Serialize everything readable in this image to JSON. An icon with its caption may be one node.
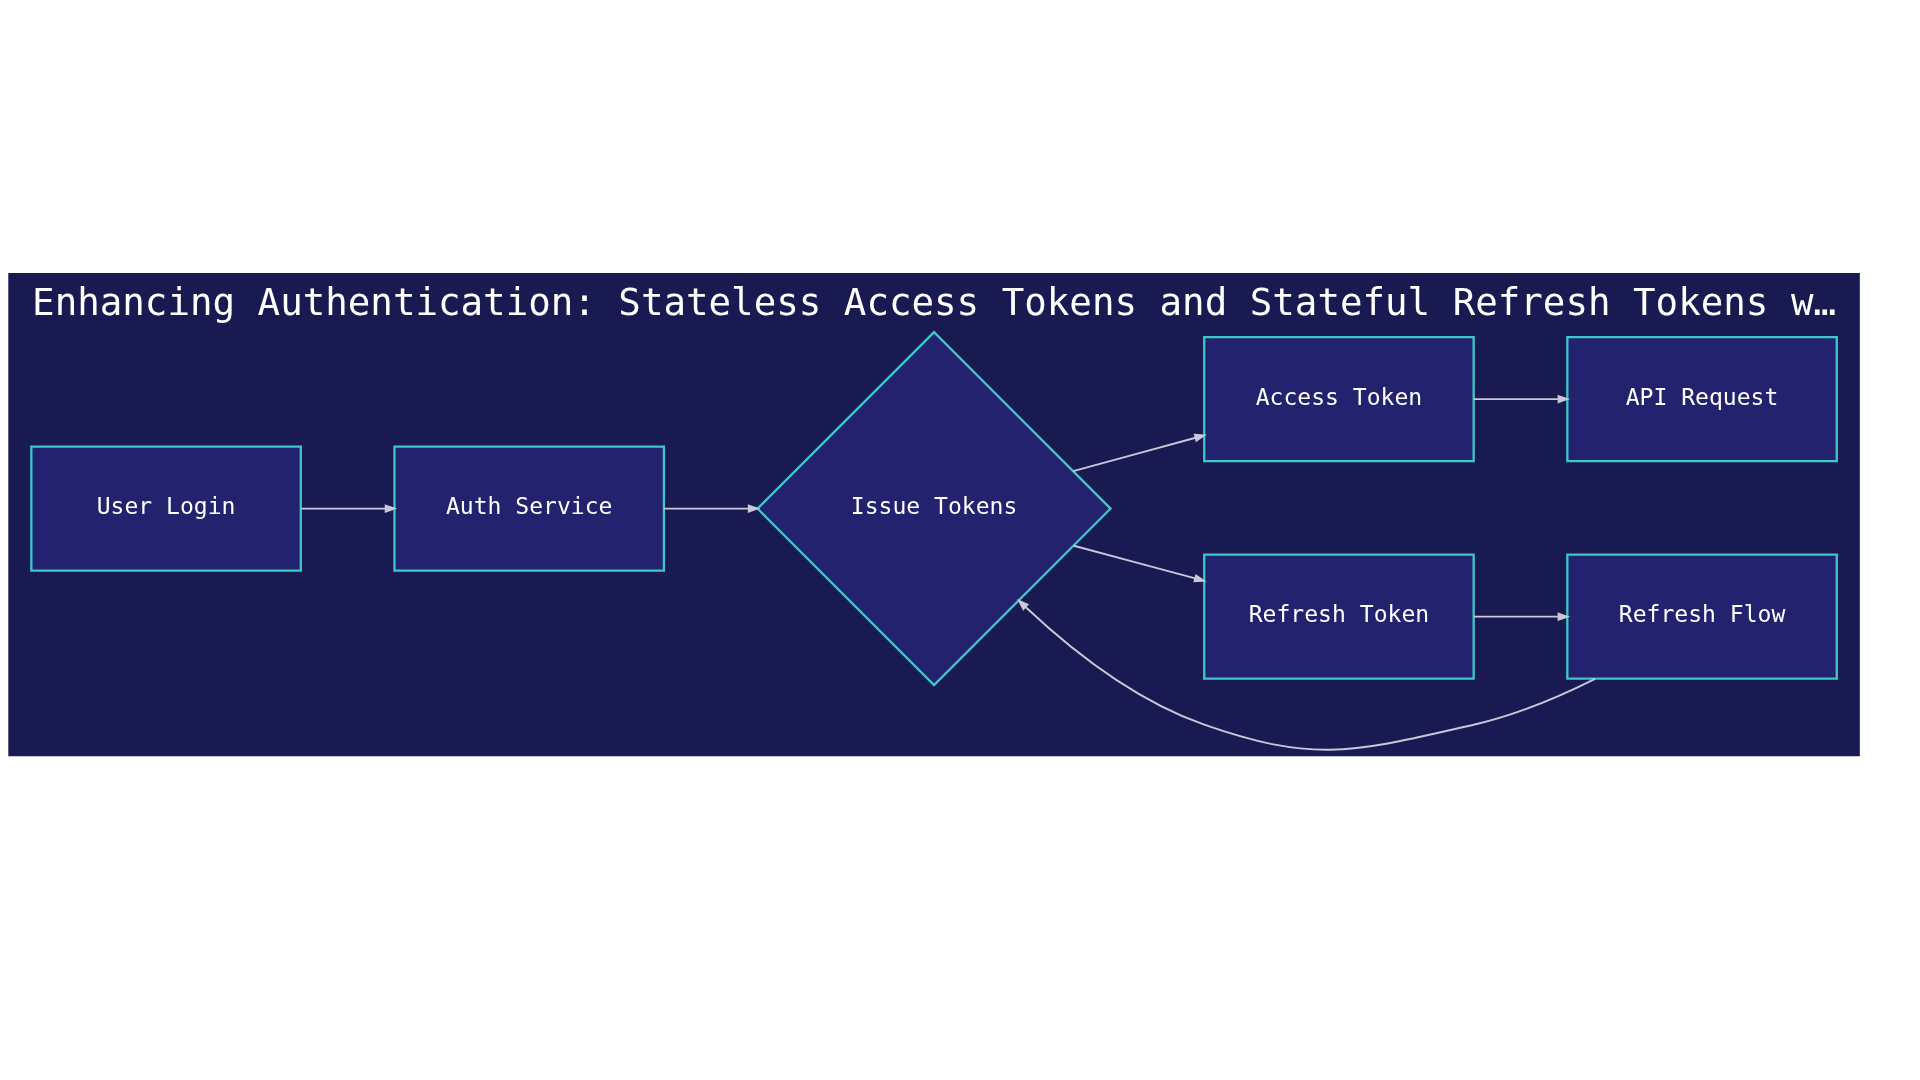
{
  "diagram": {
    "title": "Enhancing Authentication: Stateless Access Tokens and Stateful Refresh Tokens w…",
    "nodes": [
      {
        "text": [
          "User Login"
        ]
      },
      {
        "text": [
          "Auth Service"
        ]
      },
      {
        "text": [
          "Issue Tokens"
        ]
      },
      {
        "text": [
          "Access Token"
        ]
      },
      {
        "text": [
          "Refresh Token"
        ]
      },
      {
        "text": [
          "API Request"
        ]
      },
      {
        "text": [
          "Refresh Flow"
        ]
      }
    ],
    "edges": [
      {
        "from": 0,
        "to": 1,
        "arrow": "to"
      },
      {
        "from": 1,
        "to": 2,
        "arrow": "to"
      },
      {
        "from": 2,
        "to": 3,
        "arrow": "to"
      },
      {
        "from": 2,
        "to": 4,
        "arrow": "to"
      },
      {
        "from": 3,
        "to": 5,
        "arrow": "to"
      },
      {
        "from": 4,
        "to": 6,
        "arrow": "to"
      },
      {
        "from": 6,
        "to": 2,
        "arrow": "to"
      }
    ]
  }
}
